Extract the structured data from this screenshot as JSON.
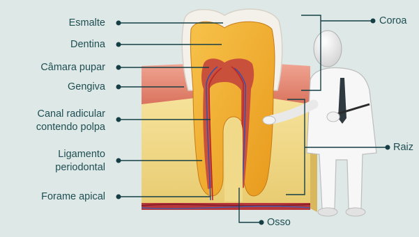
{
  "labels": {
    "enamel": "Esmalte",
    "dentin": "Dentina",
    "pulp_chamber": "Câmara pupar",
    "gum": "Gengiva",
    "root_canal_1": "Canal radicular",
    "root_canal_2": "contendo polpa",
    "ligament_1": "Ligamento",
    "ligament_2": "periodontal",
    "apical_foramen": "Forame apical",
    "crown": "Coroa",
    "root": "Raiz",
    "bone": "Osso"
  },
  "colors": {
    "background": "#dde8e7",
    "label_text": "#1f4e52",
    "leader_line": "#153f45",
    "enamel": "#f4f1ea",
    "dentin": "#f0a92a",
    "pulp": "#c9503a",
    "gum": "#e8917e",
    "bone": "#f1d98a"
  },
  "icons": [
    "presenter-figure",
    "pointer-stick"
  ]
}
